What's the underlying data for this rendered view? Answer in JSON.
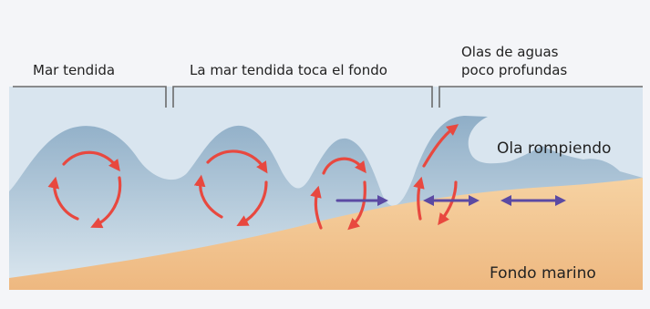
{
  "labels": {
    "mar_tendida": "Mar tendida",
    "mar_toca_fondo": "La mar tendida toca el fondo",
    "aguas_line1": "Olas de aguas",
    "aguas_line2": "poco profundas",
    "ola_rompiendo": "Ola rompiendo",
    "fondo_marino": "Fondo marino"
  },
  "colors": {
    "background_top": "#f2f4f7",
    "sky": "#d5e2ee",
    "water_top": "#8faec7",
    "water_bottom": "#dbe7ef",
    "sand": "#f3c995",
    "sand_dark": "#e9b277",
    "orbit": "#e8483f",
    "horizontal_motion": "#5b4aa3",
    "bracket": "#6b6b6b"
  },
  "icons": {
    "orbit": "circular-orbit-arrow-icon",
    "motion": "double-headed-arrow-icon"
  }
}
